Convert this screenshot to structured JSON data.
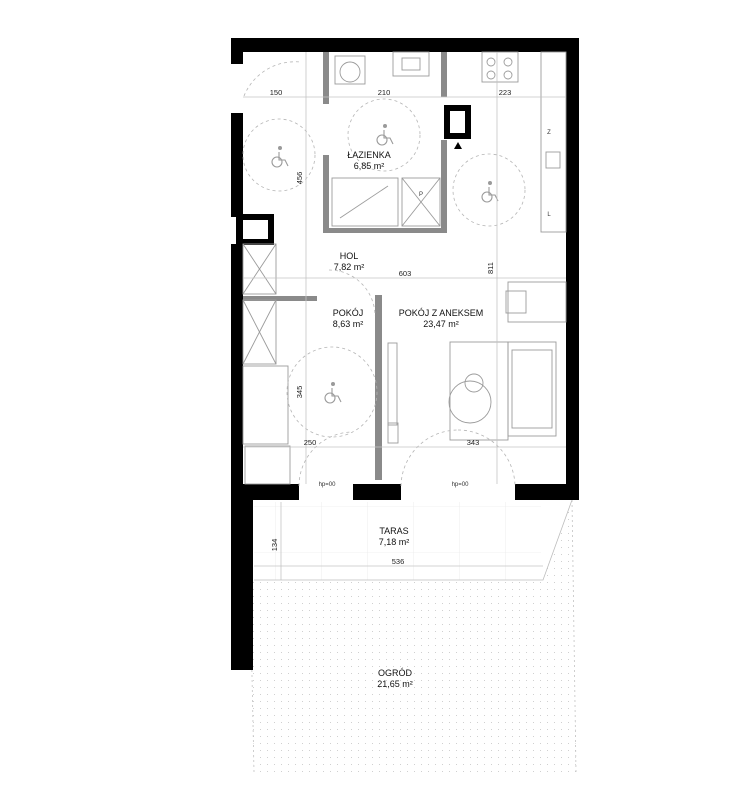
{
  "rooms": {
    "lazienka": {
      "name": "ŁAZIENKA",
      "area": "6,85 m²"
    },
    "hol": {
      "name": "HOL",
      "area": "7,82 m²"
    },
    "pokoj": {
      "name": "POKÓJ",
      "area": "8,63 m²"
    },
    "pokoj_aneks": {
      "name": "POKÓJ Z ANEKSEM",
      "area": "23,47 m²"
    },
    "taras": {
      "name": "TARAS",
      "area": "7,18 m²"
    },
    "ogrod": {
      "name": "OGRÓD",
      "area": "21,65 m²"
    }
  },
  "dimensions": {
    "d150": "150",
    "d210": "210",
    "d223": "223",
    "d456": "456",
    "d603": "603",
    "d811": "811",
    "d345": "345",
    "d250": "250",
    "d343": "343",
    "d134": "134",
    "d536": "536"
  },
  "marks": {
    "hp1": "hp=00",
    "hp2": "hp=00",
    "p": "P",
    "z": "Z",
    "l": "L"
  },
  "colors": {
    "wall": "#000000",
    "partition": "#7a7a7a",
    "line": "#bdbdbd",
    "dash": "#9a9a9a"
  }
}
